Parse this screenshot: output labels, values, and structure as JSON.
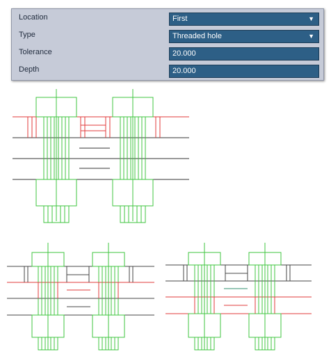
{
  "properties": {
    "location": {
      "label": "Location",
      "value": "First"
    },
    "type": {
      "label": "Type",
      "value": "Threaded hole"
    },
    "tolerance": {
      "label": "Tolerance",
      "value": "20.000"
    },
    "depth": {
      "label": "Depth",
      "value": "20.000"
    }
  },
  "colors": {
    "panel": "#c6cbd8",
    "field": "#2d5f86",
    "bolt": "#3fc63f",
    "red_line": "#e23a3a",
    "black_line": "#333333",
    "dark_line": "#4a4a4a"
  }
}
